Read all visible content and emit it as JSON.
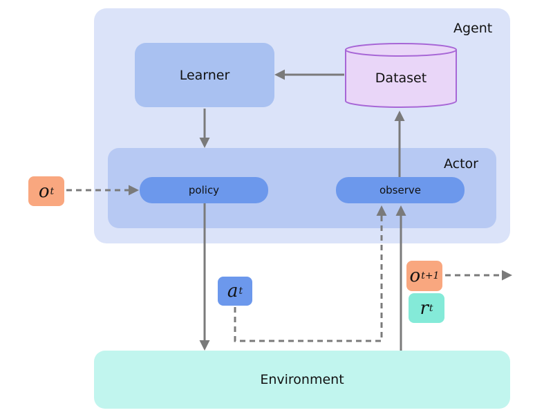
{
  "diagram": {
    "agent_label": "Agent",
    "actor_label": "Actor",
    "learner_label": "Learner",
    "dataset_label": "Dataset",
    "policy_label": "policy",
    "observe_label": "observe",
    "environment_label": "Environment",
    "observation": {
      "symbol": "o",
      "subscript": "t"
    },
    "action": {
      "symbol": "a",
      "subscript": "t"
    },
    "next_observation": {
      "symbol": "o",
      "subscript": "t+1"
    },
    "reward": {
      "symbol": "r",
      "subscript": "t"
    }
  },
  "colors": {
    "agent_bg": "#dbe3f9",
    "actor_bg": "#b7c9f3",
    "learner_bg": "#a9c1f1",
    "dataset_fill": "#e9d6f8",
    "dataset_stroke": "#a766d6",
    "pill_bg": "#6c98ec",
    "environment_bg": "#c1f5ee",
    "observation_bg": "#f9a77f",
    "reward_bg": "#84ead8",
    "arrow": "#7a7a7a"
  }
}
